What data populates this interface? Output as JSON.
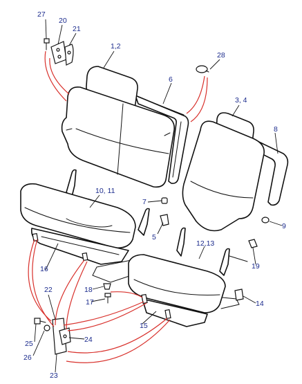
{
  "diagram": {
    "colors": {
      "label": "#1a2a8c",
      "line": "#111111",
      "callout": "#d8302b"
    },
    "labels": {
      "l27": "27",
      "l20": "20",
      "l21": "21",
      "l1_2": "1,2",
      "l28": "28",
      "l6": "6",
      "l3_4": "3, 4",
      "l8": "8",
      "l10_11": "10, 11",
      "l7": "7",
      "l5": "5",
      "l9": "9",
      "l12_13": "12,13",
      "l16": "16",
      "l19": "19",
      "l22": "22",
      "l18": "18",
      "l17": "17",
      "l14": "14",
      "l15": "15",
      "l24": "24",
      "l25": "25",
      "l26": "26",
      "l23": "23"
    }
  }
}
